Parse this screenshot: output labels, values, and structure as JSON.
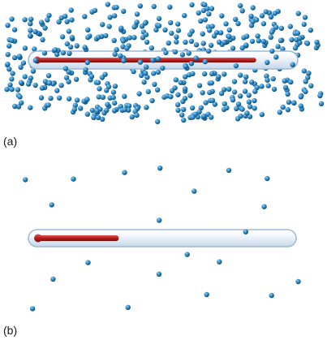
{
  "panels": [
    {
      "label": "(a)",
      "particle_density": "dense",
      "particle_count": 520,
      "fill_fraction": 0.88
    },
    {
      "label": "(b)",
      "particle_density": "sparse",
      "particle_count": 21,
      "fill_fraction": 0.33
    }
  ],
  "colors": {
    "particle": "#2e86c1",
    "particle_dark": "#0f4c75",
    "tube_body": "#eef4fb",
    "tube_outline": "#9fb9d3",
    "fill": "#b71c1c",
    "label": "#1a1a1a"
  }
}
